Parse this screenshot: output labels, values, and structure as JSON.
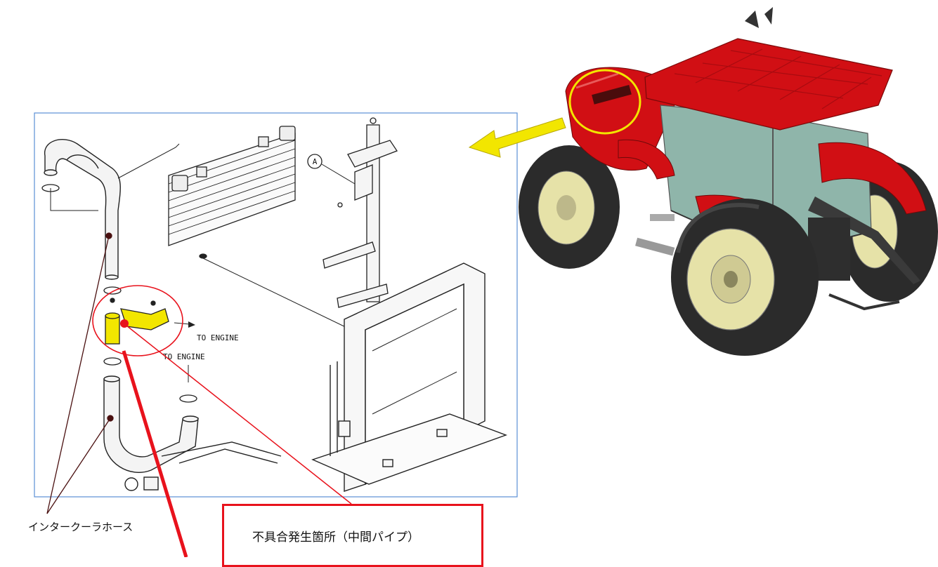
{
  "diagram": {
    "callout_left_label": "インタークーラホース",
    "callout_main_label": "不具合発生箇所（中間パイプ）",
    "to_engine_1": "TO ENGINE",
    "to_engine_2": "TO ENGINE",
    "ref_marker": "A"
  },
  "colors": {
    "frame_border": "#5b8fd6",
    "highlight_red": "#e8121c",
    "highlight_yellow": "#f2e600",
    "tractor_red": "#d10f14",
    "cab_glass": "#8fb5aa",
    "tire": "#2b2b2b",
    "wheel_rim": "#e6e2a8",
    "leader_brown": "#4a1010"
  },
  "icons": {
    "pointer_arrow": "yellow-arrow-icon",
    "location_dot": "red-dot-icon"
  }
}
